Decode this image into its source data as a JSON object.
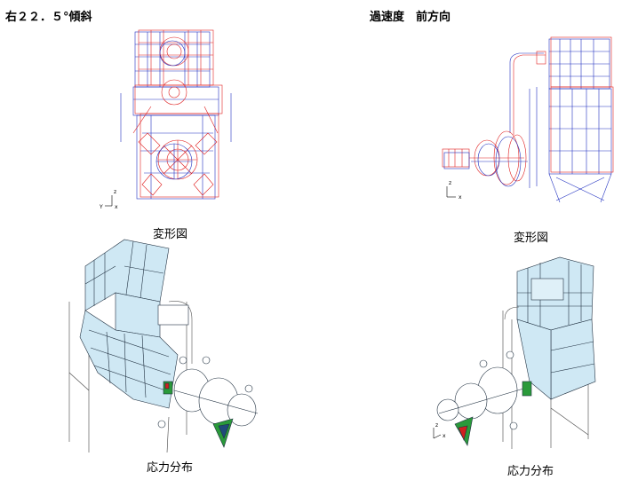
{
  "header": {
    "left_title": "右２２．５°傾斜",
    "right_title": "過速度　前方向"
  },
  "panels": {
    "top_left_caption": "変形図",
    "top_right_caption": "変形図",
    "bottom_left_caption": "応力分布",
    "bottom_right_caption": "応力分布"
  },
  "axes": {
    "z": "z",
    "y": "Y",
    "x": "x"
  },
  "colors": {
    "deformed": "#e02020",
    "original": "#2030c0",
    "mesh_fill": "#cfe8f4",
    "mesh_line": "#203040",
    "hot_green": "#2a9a3a",
    "hot_red": "#d02020"
  }
}
